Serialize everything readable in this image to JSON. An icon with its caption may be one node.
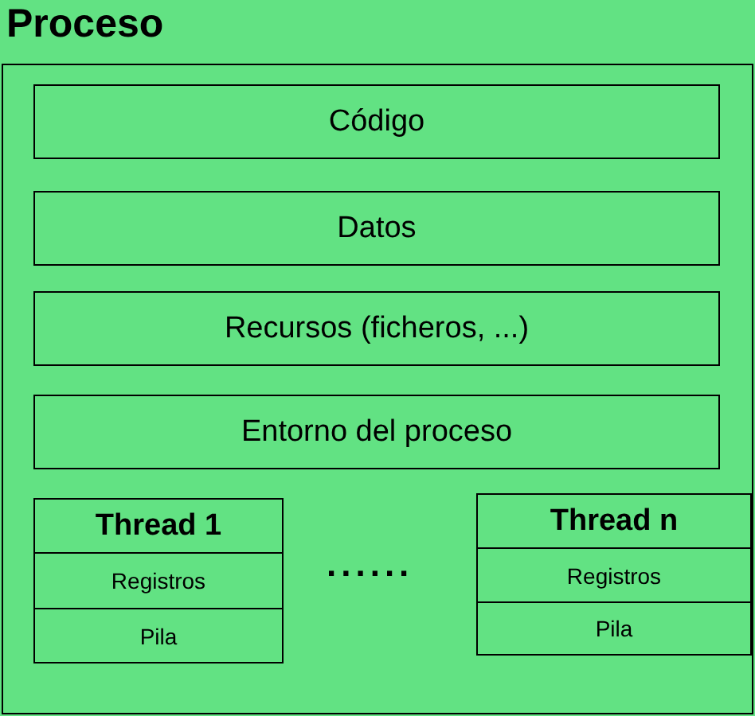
{
  "diagram": {
    "nodes": [
      {
        "text": [
          "Proceso"
        ]
      },
      {
        "text": [
          "Código"
        ],
        "in": 0
      },
      {
        "text": [
          "Datos"
        ],
        "in": 0
      },
      {
        "text": [
          "Recursos (ficheros, ...)"
        ],
        "in": 0
      },
      {
        "text": [
          "Entorno del proceso"
        ],
        "in": 0
      },
      {
        "text": [
          "Thread 1"
        ],
        "in": 0
      },
      {
        "text": [
          "Registros"
        ],
        "in": 5
      },
      {
        "text": [
          "Pila"
        ],
        "in": 5
      },
      {
        "text": [
          "Thread n"
        ],
        "in": 0
      },
      {
        "text": [
          "Registros"
        ],
        "in": 8
      },
      {
        "text": [
          "Pila"
        ],
        "in": 8
      }
    ],
    "edges": [],
    "labels": [
      "......"
    ]
  }
}
